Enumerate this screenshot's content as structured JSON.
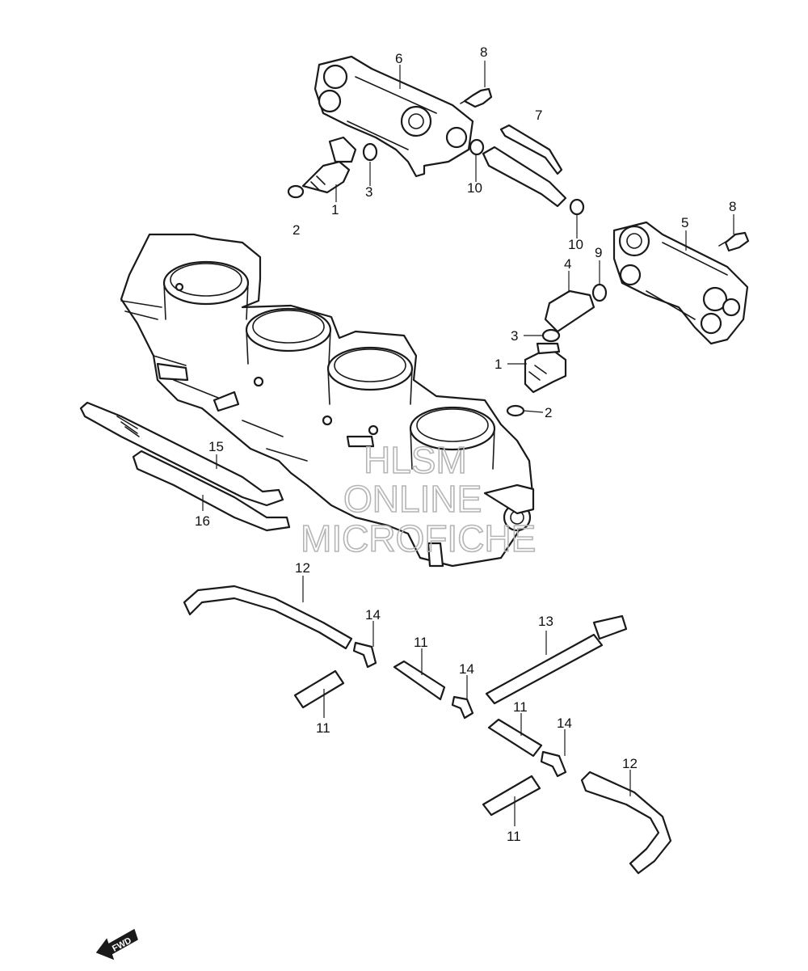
{
  "callouts": {
    "c1a": "1",
    "c2a": "2",
    "c3a": "3",
    "c6": "6",
    "c8a": "8",
    "c7": "7",
    "c10a": "10",
    "c10b": "10",
    "c8b": "8",
    "c5": "5",
    "c9": "9",
    "c4": "4",
    "c3b": "3",
    "c1b": "1",
    "c2b": "2",
    "c15": "15",
    "c16": "16",
    "c12a": "12",
    "c14a": "14",
    "c11a": "11",
    "c13": "13",
    "c14b": "14",
    "c11b": "11",
    "c11c": "11",
    "c14c": "14",
    "c12b": "12",
    "c11d": "11"
  },
  "watermark": {
    "line1": "HLSM",
    "line2": "ONLINE",
    "line3": "MICROFICHE"
  },
  "fwd_arrow": {
    "label": "FWD"
  },
  "colors": {
    "line": "#1a1a1a",
    "watermark": "#b5b5b5"
  }
}
